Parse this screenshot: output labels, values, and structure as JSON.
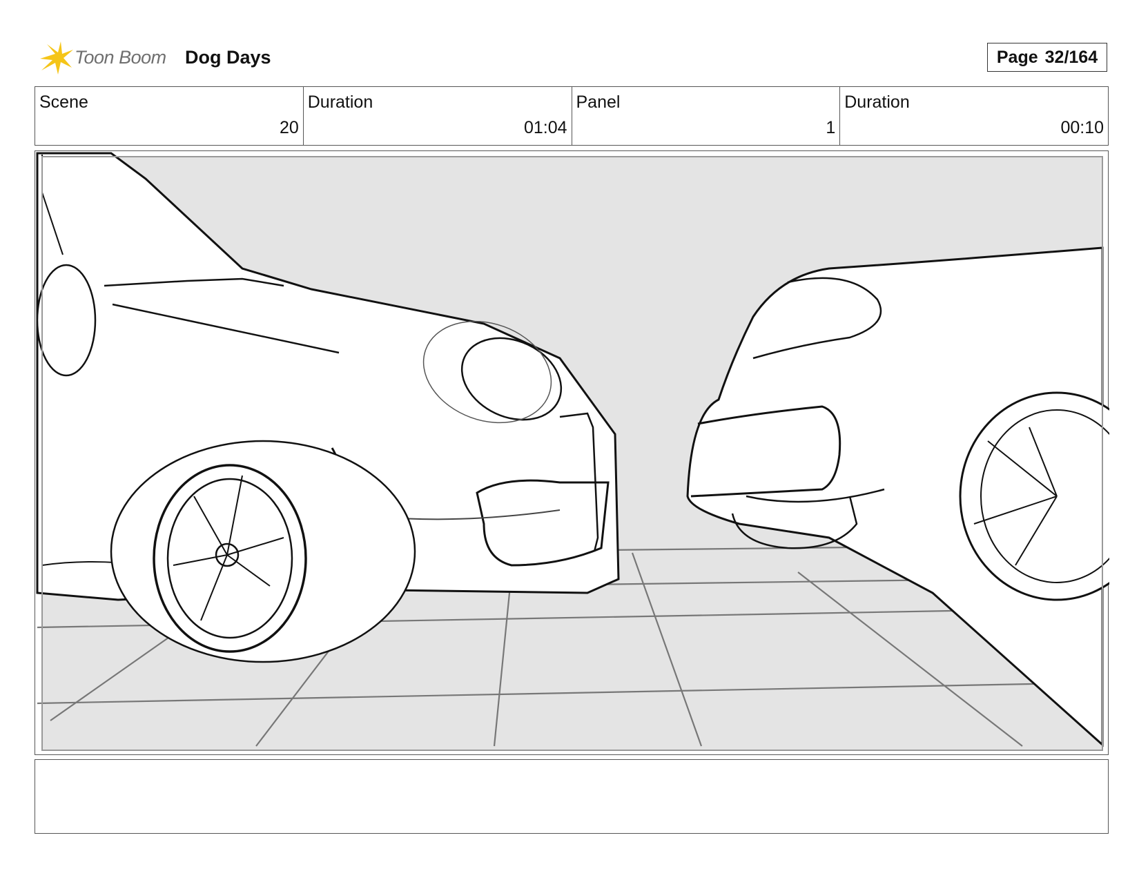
{
  "header": {
    "logo_text": "Toon Boom",
    "project_title": "Dog Days",
    "page_label": "Page",
    "page_number": "32/164"
  },
  "info": {
    "scene_label": "Scene",
    "scene_value": "20",
    "scene_duration_label": "Duration",
    "scene_duration_value": "01:04",
    "panel_label": "Panel",
    "panel_value": "1",
    "panel_duration_label": "Duration",
    "panel_duration_value": "00:10"
  },
  "notes": {
    "text": ""
  },
  "colors": {
    "logo_accent": "#f5c518",
    "sketch_background": "#e4e4e4",
    "grid_line": "#777777"
  }
}
